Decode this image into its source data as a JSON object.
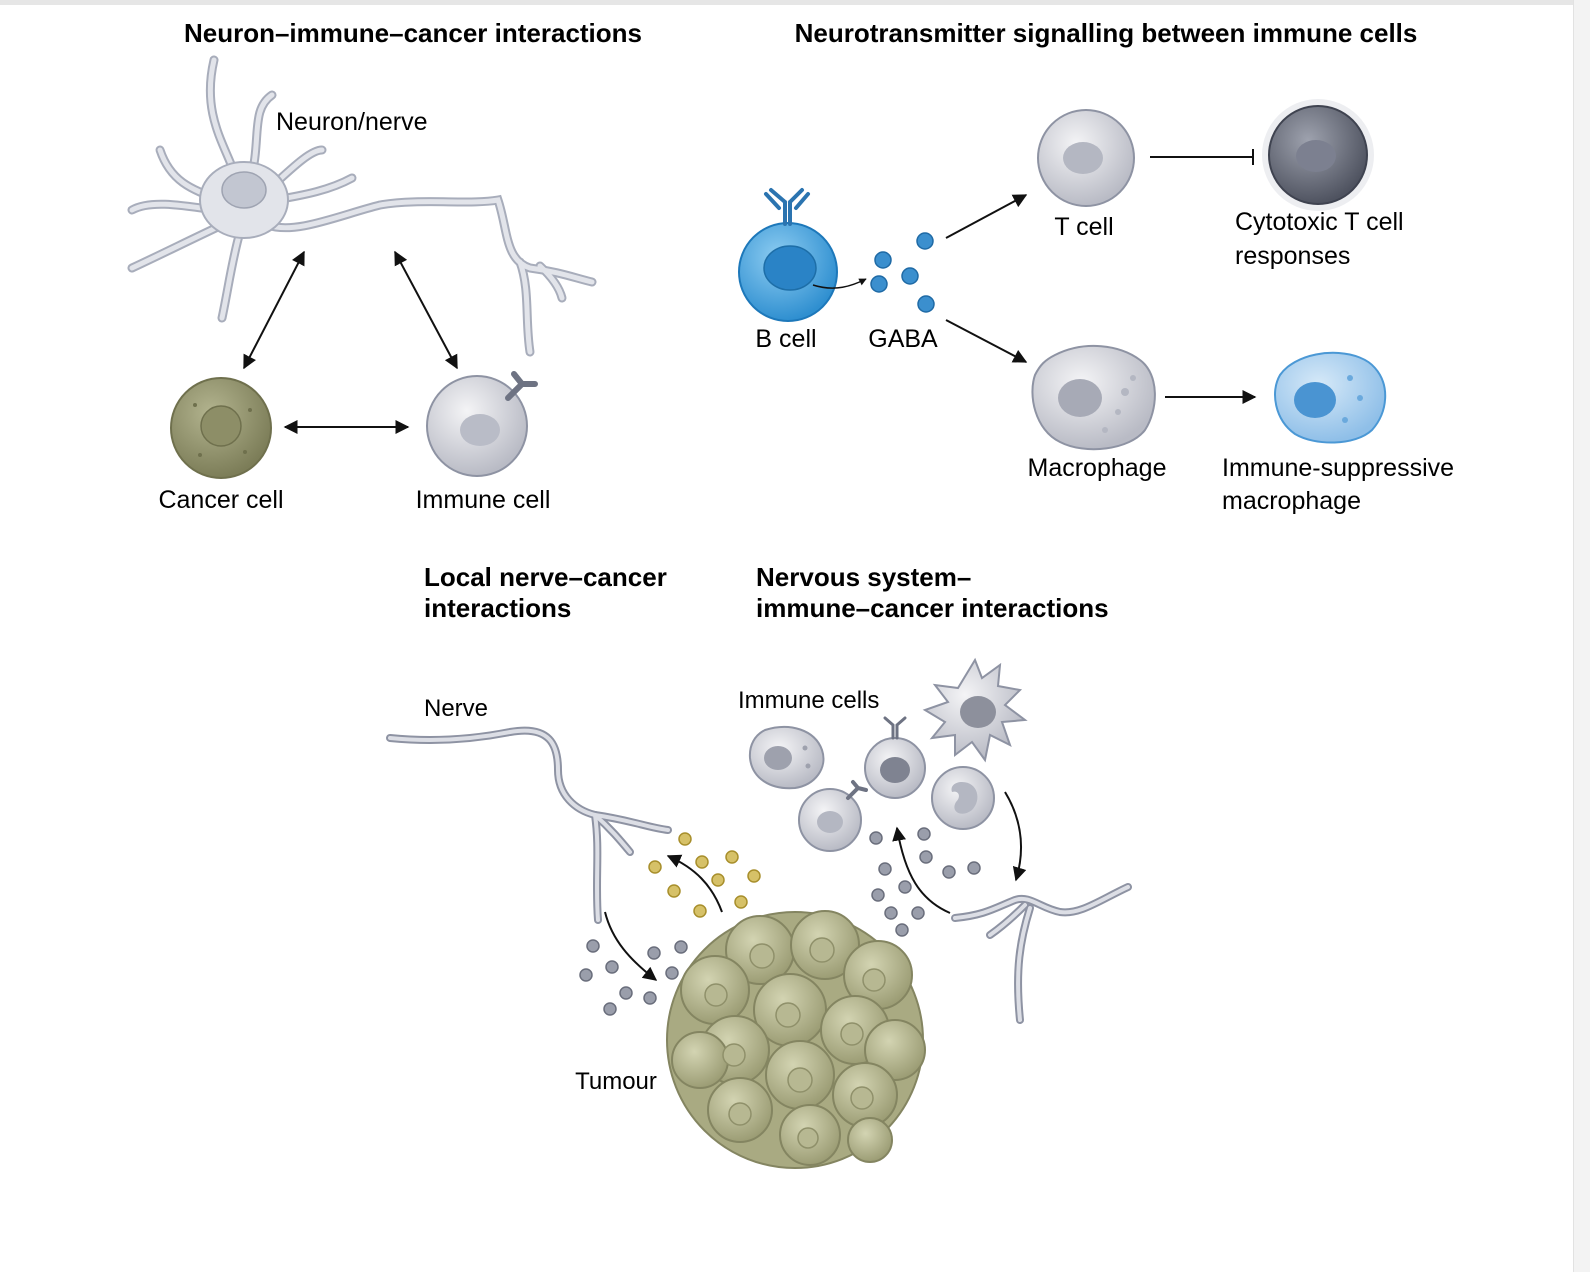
{
  "panels": {
    "neuron_immune_cancer": {
      "title": "Neuron–immune–cancer interactions",
      "labels": {
        "neuron": "Neuron/nerve",
        "cancer_cell": "Cancer cell",
        "immune_cell": "Immune cell"
      }
    },
    "neurotransmitter_signalling": {
      "title": "Neurotransmitter signalling between immune cells",
      "labels": {
        "b_cell": "B cell",
        "gaba": "GABA",
        "t_cell": "T cell",
        "cytotoxic_line1": "Cytotoxic T cell",
        "cytotoxic_line2": "responses",
        "macrophage": "Macrophage",
        "immune_suppressive_line1": "Immune-suppressive",
        "immune_suppressive_line2": "macrophage"
      }
    },
    "local_nerve_cancer": {
      "title_line1": "Local nerve–cancer",
      "title_line2": "interactions",
      "labels": {
        "nerve": "Nerve",
        "tumour": "Tumour"
      }
    },
    "nervous_system_immune_cancer": {
      "title_line1": "Nervous system–",
      "title_line2": "immune–cancer interactions",
      "labels": {
        "immune_cells": "Immune cells"
      }
    }
  },
  "colors": {
    "neuron": "#c9ccd6",
    "neuron_stroke": "#8e93a3",
    "cancer_cell": "#9a9b75",
    "immune_cell": "#d7d8de",
    "b_cell": "#4aa3db",
    "gaba": "#3b8fce",
    "cytotoxic": "#6b6f7d",
    "suppressive_macrophage": "#a9cdee",
    "tumour": "#b8b994",
    "yellow_signal": "#d2b85a",
    "grey_signal": "#7d8190"
  }
}
